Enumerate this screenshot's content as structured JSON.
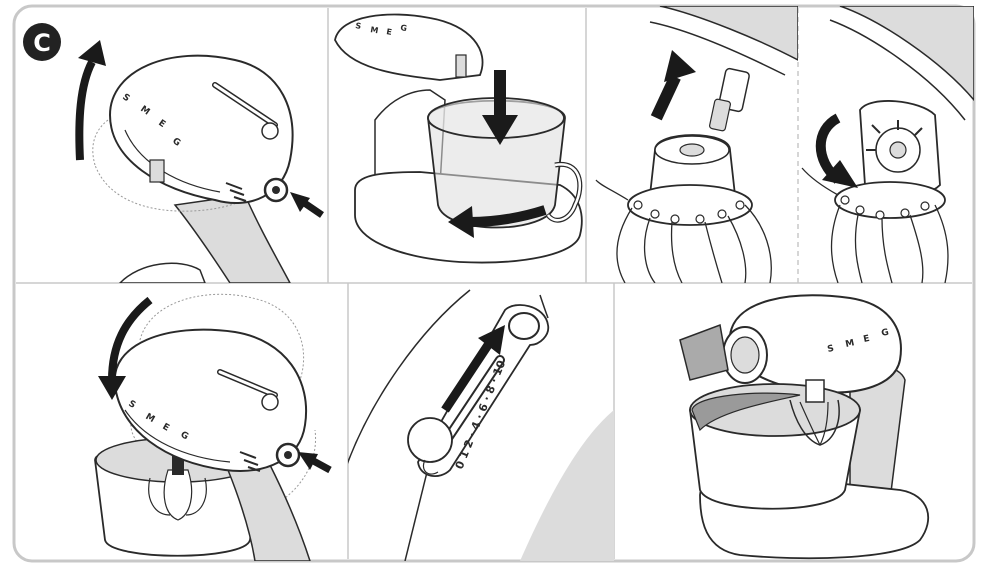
{
  "section_badge": {
    "label": "C",
    "bg": "#222222",
    "fg": "#ffffff"
  },
  "colors": {
    "line": "#2a2a2a",
    "fill_grey": "#dcdcdc",
    "arrow": "#1a1a1a",
    "frame": "#c8c8c8"
  },
  "brand_letters": [
    "S",
    "M",
    "E",
    "G"
  ],
  "speed_scale": {
    "labels": [
      "0",
      "1",
      "2",
      "·",
      "4",
      "·",
      "6",
      "·",
      "8",
      "·",
      "10"
    ],
    "label_text": "0 1 2 · 4 · 6 · 8 · 10"
  },
  "panels": [
    {
      "id": "tilt-head-up"
    },
    {
      "id": "insert-bowl"
    },
    {
      "id": "attach-whisk-push"
    },
    {
      "id": "attach-whisk-rotate"
    },
    {
      "id": "lower-head"
    },
    {
      "id": "speed-selector"
    },
    {
      "id": "pouring-shield"
    }
  ]
}
